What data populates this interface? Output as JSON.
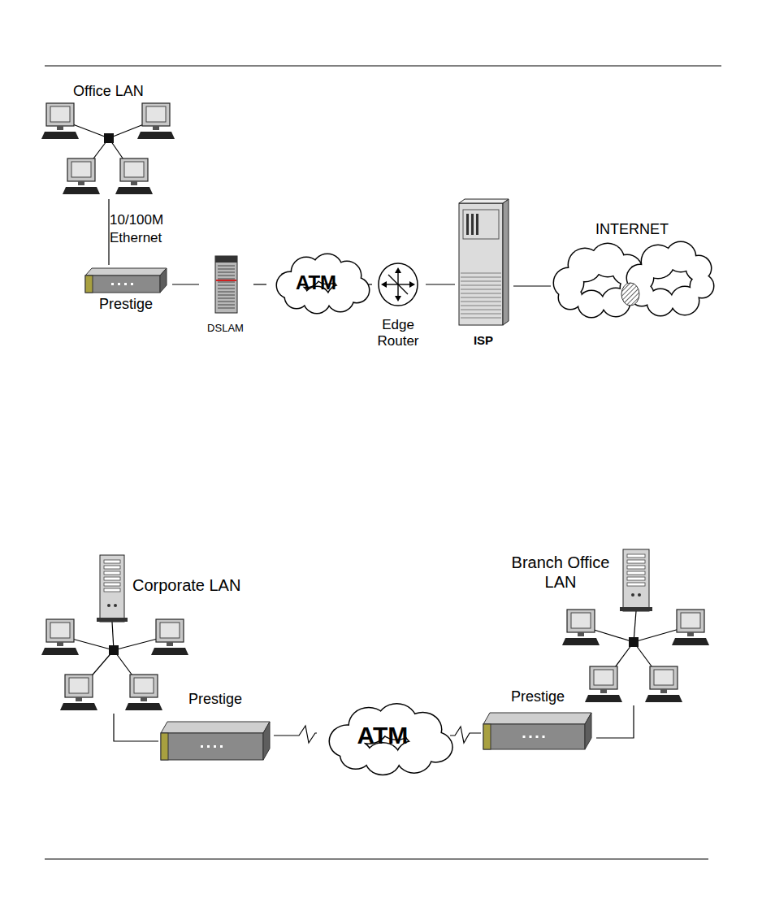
{
  "diagram": {
    "nodes": [
      {
        "text": [
          "Office LAN"
        ]
      },
      {
        "text": [
          "Prestige"
        ]
      },
      {
        "text": [
          "DSLAM"
        ]
      },
      {
        "text": [
          "ATM"
        ]
      },
      {
        "text": [
          "Edge Router"
        ]
      },
      {
        "text": [
          "ISP"
        ]
      },
      {
        "text": [
          "INTERNET"
        ]
      },
      {
        "text": [
          "Corporate LAN"
        ]
      },
      {
        "text": [
          "Prestige"
        ]
      },
      {
        "text": [
          "ATM"
        ]
      },
      {
        "text": [
          "Prestige"
        ]
      },
      {
        "text": [
          "Branch Office LAN"
        ]
      }
    ],
    "edges": [
      {
        "from": 0,
        "to": 1,
        "arrow": "none",
        "label": "10/100M Ethernet"
      },
      {
        "from": 1,
        "to": 2,
        "arrow": "none"
      },
      {
        "from": 2,
        "to": 3,
        "arrow": "none"
      },
      {
        "from": 3,
        "to": 4,
        "arrow": "none"
      },
      {
        "from": 4,
        "to": 5,
        "arrow": "none"
      },
      {
        "from": 5,
        "to": 6,
        "arrow": "none"
      },
      {
        "from": 7,
        "to": 8,
        "arrow": "none"
      },
      {
        "from": 8,
        "to": 9,
        "arrow": "none"
      },
      {
        "from": 9,
        "to": 10,
        "arrow": "none"
      },
      {
        "from": 10,
        "to": 11,
        "arrow": "none"
      }
    ]
  }
}
